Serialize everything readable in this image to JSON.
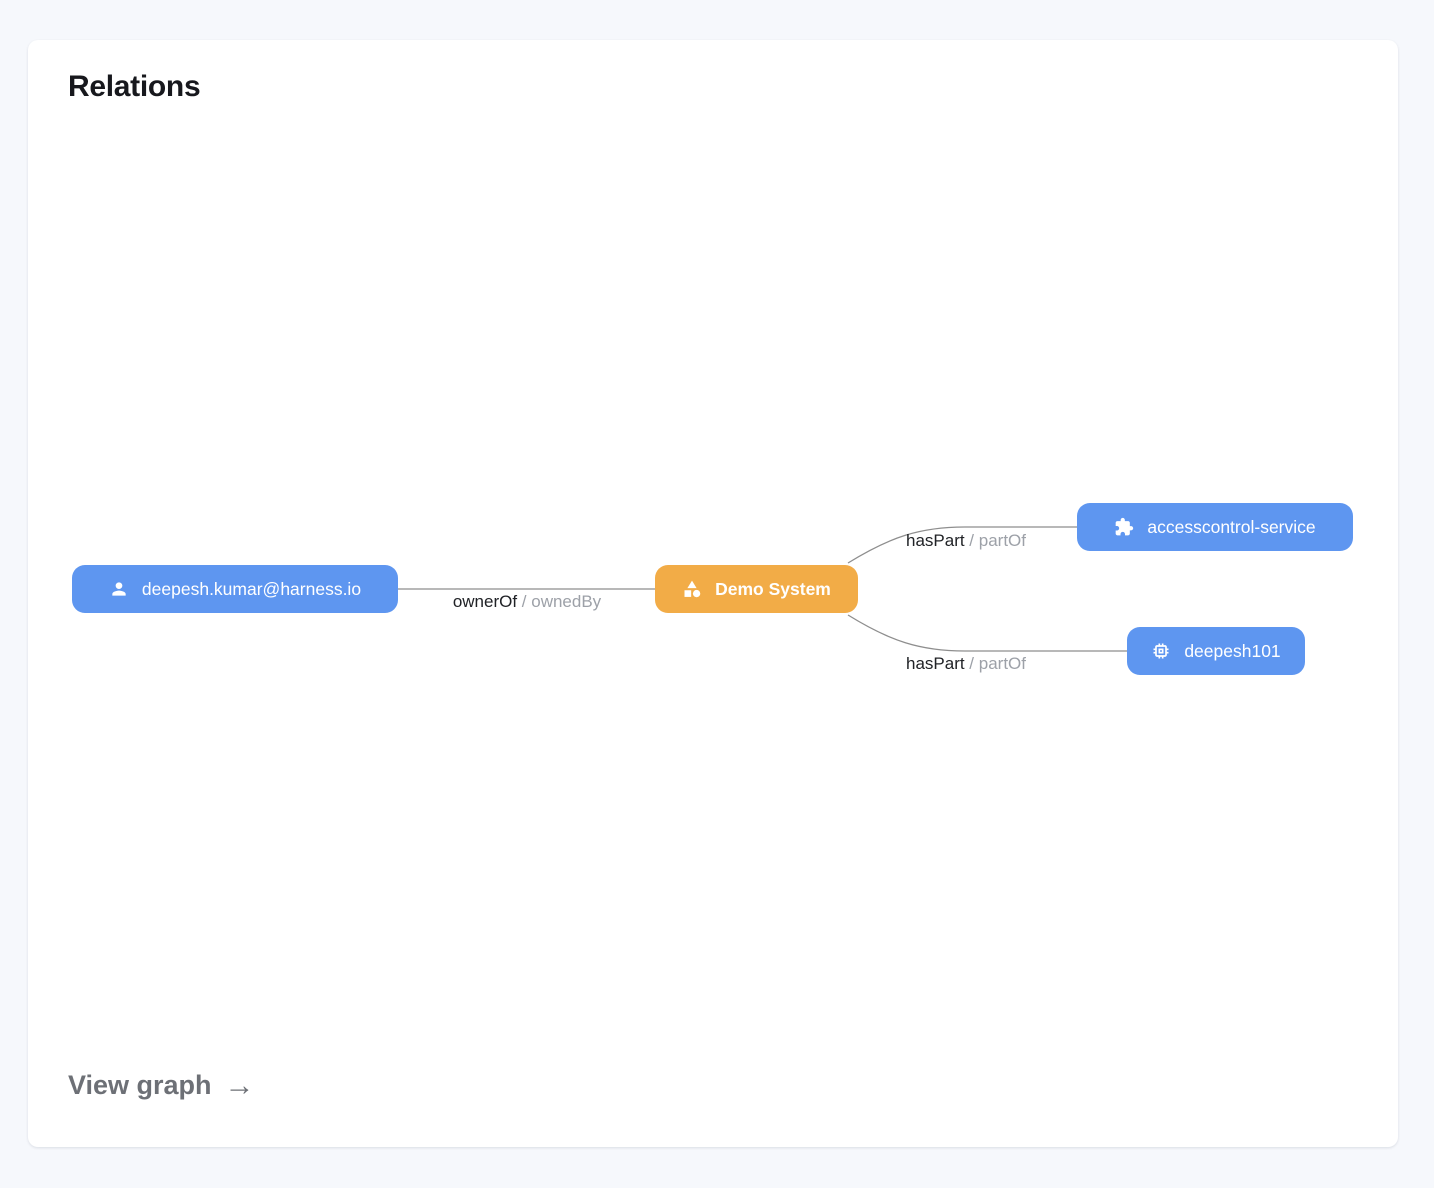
{
  "card": {
    "title": "Relations",
    "view_graph_label": "View graph",
    "arrow_glyph": "→"
  },
  "palette": {
    "page_bg": "#f6f8fc",
    "card_bg": "#ffffff",
    "node_blue": "#5e96f0",
    "node_orange": "#f2ac47",
    "node_text": "#ffffff",
    "edge_line": "#8e8e8e",
    "edge_label_primary": "#202226",
    "edge_label_secondary": "#9da1a8",
    "title_color": "#17181d",
    "view_graph_color": "#6d7076"
  },
  "graph": {
    "edge_separator": " / ",
    "nodes": [
      {
        "id": "user",
        "label": "deepesh.kumar@harness.io",
        "icon": "user-icon",
        "color": "blue",
        "emphasis": false
      },
      {
        "id": "system",
        "label": "Demo System",
        "icon": "shapes-category-icon",
        "color": "orange",
        "emphasis": true
      },
      {
        "id": "service",
        "label": "accesscontrol-service",
        "icon": "puzzle-piece-icon",
        "color": "blue",
        "emphasis": false
      },
      {
        "id": "component",
        "label": "deepesh101",
        "icon": "chip-icon",
        "color": "blue",
        "emphasis": false
      }
    ],
    "edges": [
      {
        "from": "user",
        "to": "system",
        "label_primary": "ownerOf",
        "label_secondary": "ownedBy"
      },
      {
        "from": "system",
        "to": "service",
        "label_primary": "hasPart",
        "label_secondary": "partOf"
      },
      {
        "from": "system",
        "to": "component",
        "label_primary": "hasPart",
        "label_secondary": "partOf"
      }
    ]
  }
}
